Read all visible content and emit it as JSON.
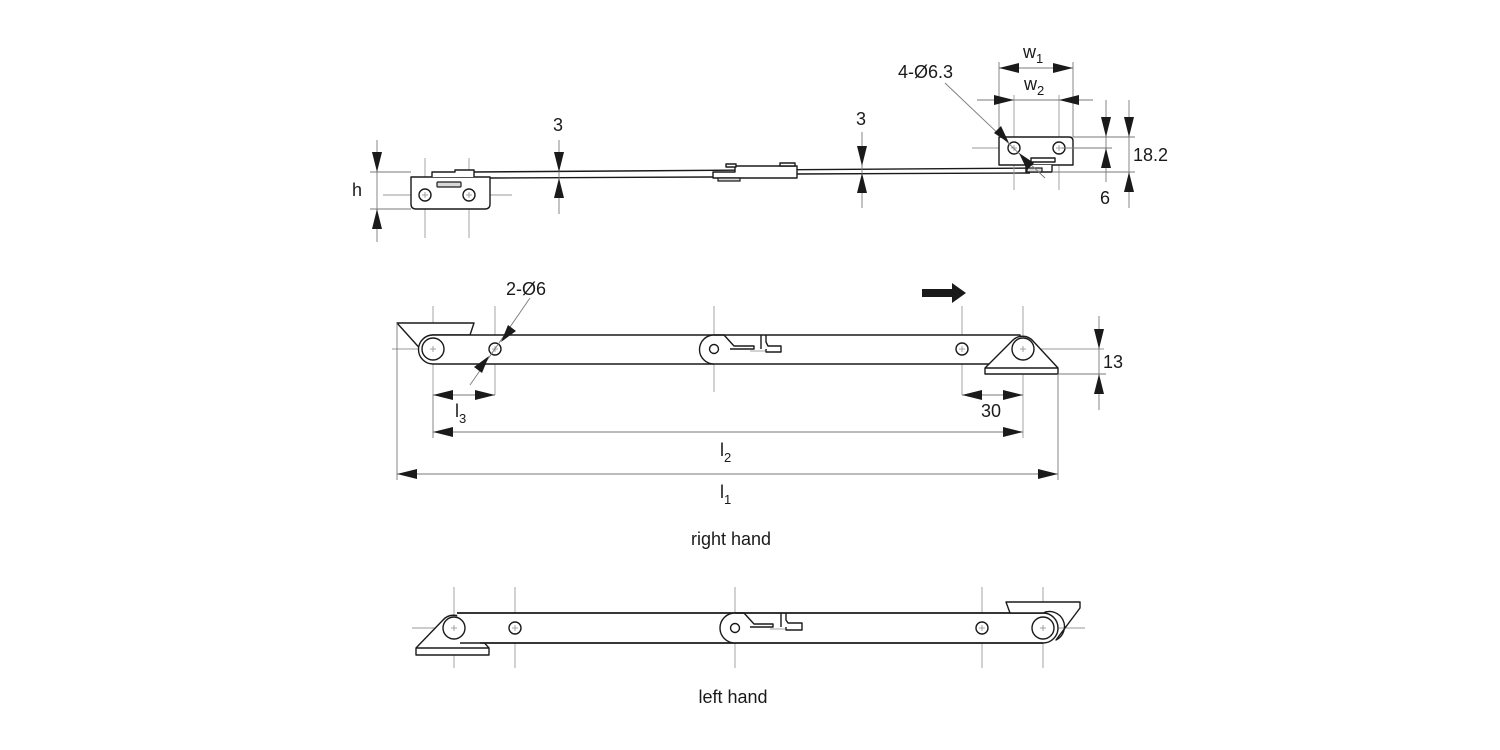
{
  "drawing": {
    "title": "Friction stay technical drawing",
    "top_view": {
      "dimensions": {
        "height_label": "h",
        "thickness_left": "3",
        "thickness_right": "3",
        "holes_top": "4-Ø6.3",
        "width_1": {
          "base": "w",
          "sub": "1"
        },
        "width_2": {
          "base": "w",
          "sub": "2"
        },
        "total_height": "18.2",
        "hole_offset": "6"
      }
    },
    "right_hand_view": {
      "caption": "right hand",
      "dimensions": {
        "holes_arm": "2-Ø6",
        "length_3": {
          "base": "l",
          "sub": "3"
        },
        "length_2": {
          "base": "l",
          "sub": "2"
        },
        "length_1": {
          "base": "l",
          "sub": "1"
        },
        "pivot_offset": "30",
        "shoe_height": "13"
      },
      "direction_arrow": "arrow-right-icon"
    },
    "left_hand_view": {
      "caption": "left hand"
    }
  }
}
